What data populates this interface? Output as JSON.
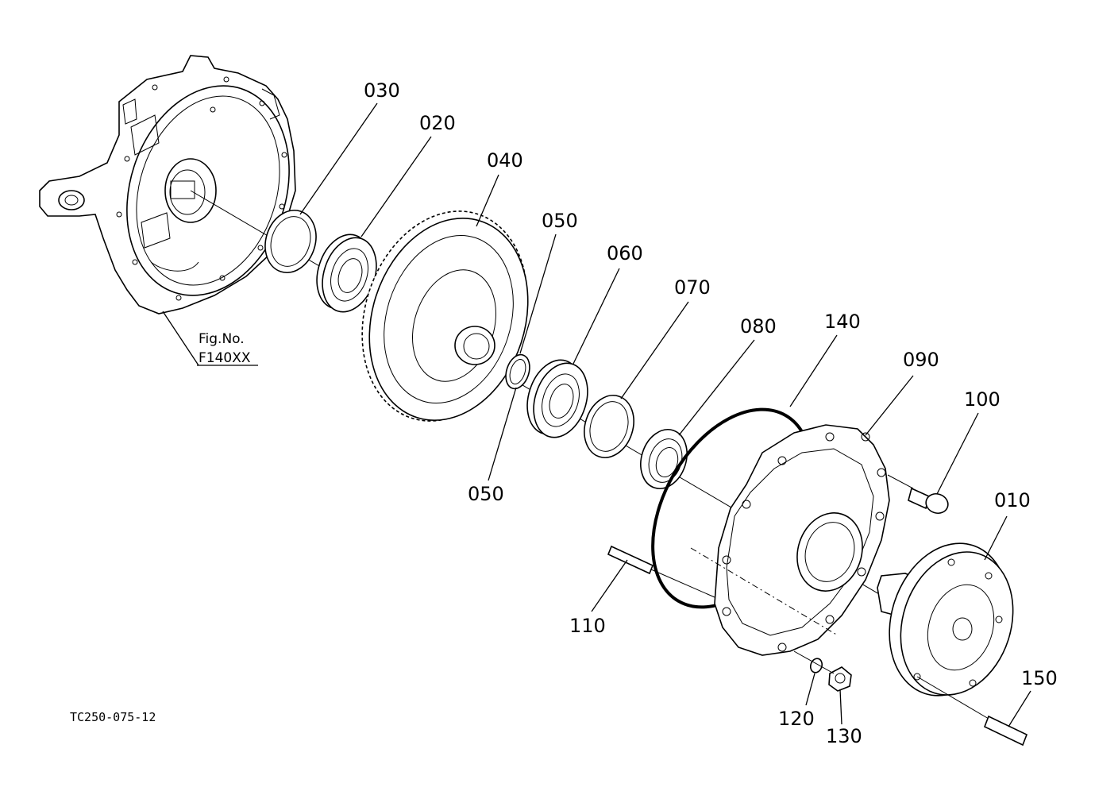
{
  "figure": {
    "reference_label": "Fig.No.",
    "reference_code": "F140XX",
    "drawing_code": "TC250-075-12"
  },
  "callouts": [
    {
      "id": "030",
      "label": "030"
    },
    {
      "id": "020",
      "label": "020"
    },
    {
      "id": "040",
      "label": "040"
    },
    {
      "id": "050a",
      "label": "050"
    },
    {
      "id": "060",
      "label": "060"
    },
    {
      "id": "070",
      "label": "070"
    },
    {
      "id": "080",
      "label": "080"
    },
    {
      "id": "140",
      "label": "140"
    },
    {
      "id": "090",
      "label": "090"
    },
    {
      "id": "100",
      "label": "100"
    },
    {
      "id": "010",
      "label": "010"
    },
    {
      "id": "050b",
      "label": "050"
    },
    {
      "id": "110",
      "label": "110"
    },
    {
      "id": "120",
      "label": "120"
    },
    {
      "id": "130",
      "label": "130"
    },
    {
      "id": "150",
      "label": "150"
    }
  ]
}
